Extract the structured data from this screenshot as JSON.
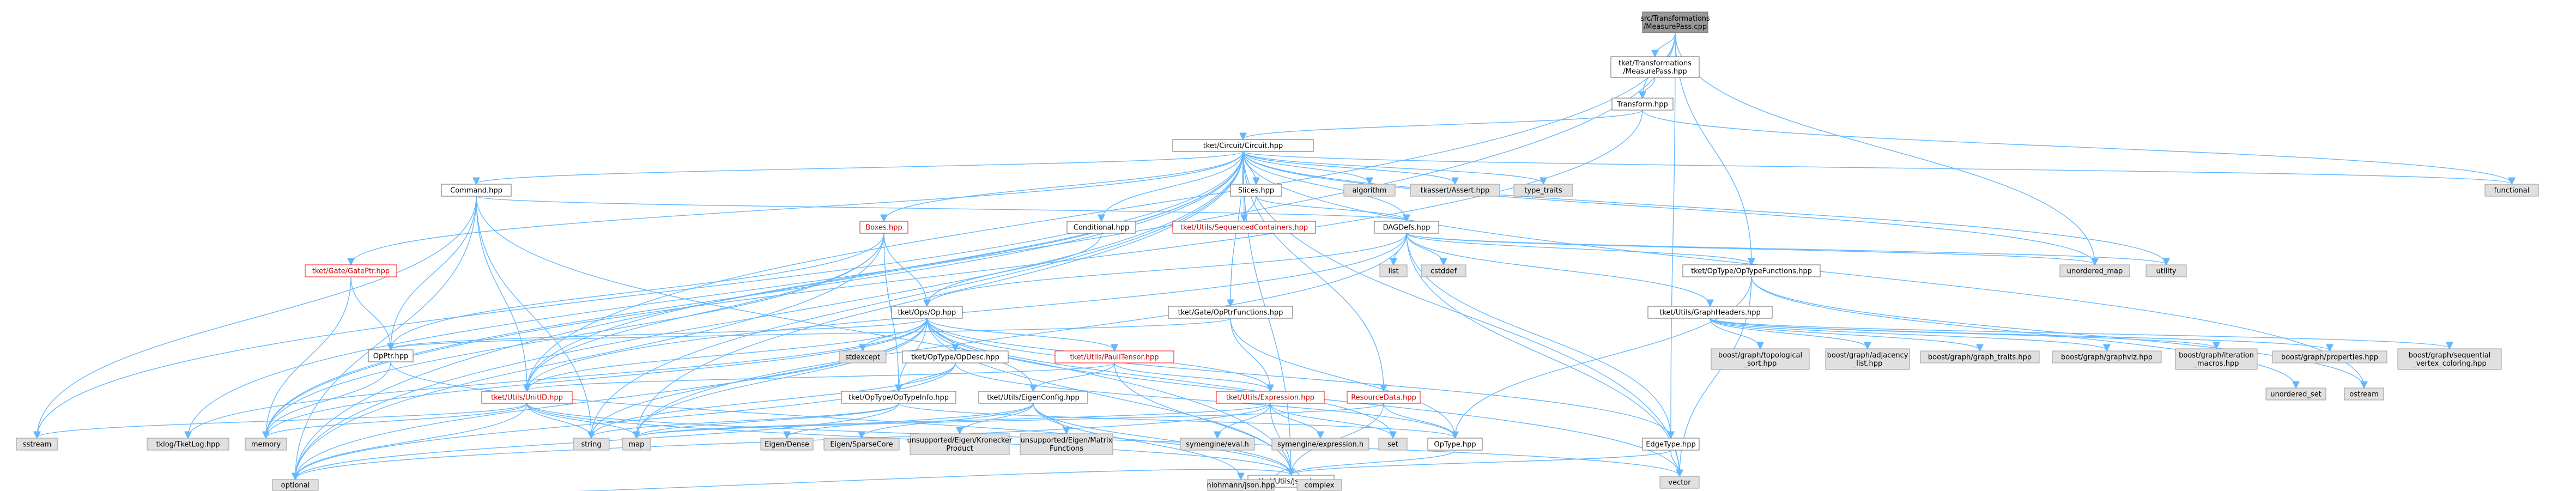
{
  "graph": {
    "nodes": [
      {
        "id": "root",
        "lines": [
          "src/Transformations",
          "/MeasurePass.cpp"
        ],
        "kind": "root"
      },
      {
        "id": "mp_hpp",
        "lines": [
          "tket/Transformations",
          "/MeasurePass.hpp"
        ],
        "kind": "normal"
      },
      {
        "id": "transform",
        "lines": [
          "Transform.hpp"
        ],
        "kind": "normal"
      },
      {
        "id": "circuit",
        "lines": [
          "tket/Circuit/Circuit.hpp"
        ],
        "kind": "normal"
      },
      {
        "id": "functional",
        "lines": [
          "functional"
        ],
        "kind": "ext"
      },
      {
        "id": "command",
        "lines": [
          "Command.hpp"
        ],
        "kind": "normal"
      },
      {
        "id": "conditional",
        "lines": [
          "Conditional.hpp"
        ],
        "kind": "normal"
      },
      {
        "id": "slices",
        "lines": [
          "Slices.hpp"
        ],
        "kind": "normal"
      },
      {
        "id": "algorithm",
        "lines": [
          "algorithm"
        ],
        "kind": "ext"
      },
      {
        "id": "tklog_assert",
        "lines": [
          "tkassert/Assert.hpp"
        ],
        "kind": "ext"
      },
      {
        "id": "type_traits",
        "lines": [
          "type_traits"
        ],
        "kind": "ext"
      },
      {
        "id": "boxes",
        "lines": [
          "Boxes.hpp"
        ],
        "kind": "red"
      },
      {
        "id": "seqcont",
        "lines": [
          "tket/Utils/SequencedContainers.hpp"
        ],
        "kind": "red"
      },
      {
        "id": "dagdefs",
        "lines": [
          "DAGDefs.hpp"
        ],
        "kind": "normal"
      },
      {
        "id": "gateptr",
        "lines": [
          "tket/Gate/GatePtr.hpp"
        ],
        "kind": "red"
      },
      {
        "id": "list",
        "lines": [
          "list"
        ],
        "kind": "ext"
      },
      {
        "id": "cstddef",
        "lines": [
          "cstddef"
        ],
        "kind": "ext"
      },
      {
        "id": "unordered_map",
        "lines": [
          "unordered_map"
        ],
        "kind": "ext"
      },
      {
        "id": "utility",
        "lines": [
          "utility"
        ],
        "kind": "ext"
      },
      {
        "id": "optypefuncs",
        "lines": [
          "tket/OpType/OpTypeFunctions.hpp"
        ],
        "kind": "normal"
      },
      {
        "id": "graphheaders",
        "lines": [
          "tket/Utils/GraphHeaders.hpp"
        ],
        "kind": "normal"
      },
      {
        "id": "op_hpp",
        "lines": [
          "tket/Ops/Op.hpp"
        ],
        "kind": "normal"
      },
      {
        "id": "opptrfuncs",
        "lines": [
          "tket/Gate/OpPtrFunctions.hpp"
        ],
        "kind": "normal"
      },
      {
        "id": "opptr",
        "lines": [
          "OpPtr.hpp"
        ],
        "kind": "normal"
      },
      {
        "id": "stdexcept",
        "lines": [
          "stdexcept"
        ],
        "kind": "ext"
      },
      {
        "id": "opdesc",
        "lines": [
          "tket/OpType/OpDesc.hpp"
        ],
        "kind": "normal"
      },
      {
        "id": "paulitensor",
        "lines": [
          "tket/Utils/PauliTensor.hpp"
        ],
        "kind": "red"
      },
      {
        "id": "optypeinfo",
        "lines": [
          "tket/OpType/OpTypeInfo.hpp"
        ],
        "kind": "normal"
      },
      {
        "id": "eigenconfig",
        "lines": [
          "tket/Utils/EigenConfig.hpp"
        ],
        "kind": "normal"
      },
      {
        "id": "expression",
        "lines": [
          "tket/Utils/Expression.hpp"
        ],
        "kind": "red"
      },
      {
        "id": "resourcedata",
        "lines": [
          "ResourceData.hpp"
        ],
        "kind": "red"
      },
      {
        "id": "unitid",
        "lines": [
          "tket/Utils/UnitID.hpp"
        ],
        "kind": "red"
      },
      {
        "id": "topo",
        "lines": [
          "boost/graph/topological",
          "_sort.hpp"
        ],
        "kind": "ext"
      },
      {
        "id": "adjlist",
        "lines": [
          "boost/graph/adjacency",
          "_list.hpp"
        ],
        "kind": "ext"
      },
      {
        "id": "graphtraits",
        "lines": [
          "boost/graph/graph_traits.hpp"
        ],
        "kind": "ext"
      },
      {
        "id": "graphviz",
        "lines": [
          "boost/graph/graphviz.hpp"
        ],
        "kind": "ext"
      },
      {
        "id": "iteration",
        "lines": [
          "boost/graph/iteration",
          "_macros.hpp"
        ],
        "kind": "ext"
      },
      {
        "id": "properties",
        "lines": [
          "boost/graph/properties.hpp"
        ],
        "kind": "ext"
      },
      {
        "id": "seqcolor",
        "lines": [
          "boost/graph/sequential",
          "_vertex_coloring.hpp"
        ],
        "kind": "ext"
      },
      {
        "id": "unordered_set",
        "lines": [
          "unordered_set"
        ],
        "kind": "ext"
      },
      {
        "id": "ostream",
        "lines": [
          "ostream"
        ],
        "kind": "ext"
      },
      {
        "id": "sstream",
        "lines": [
          "sstream"
        ],
        "kind": "ext"
      },
      {
        "id": "tklog",
        "lines": [
          "tklog/TketLog.hpp"
        ],
        "kind": "ext"
      },
      {
        "id": "memory",
        "lines": [
          "memory"
        ],
        "kind": "ext"
      },
      {
        "id": "string",
        "lines": [
          "string"
        ],
        "kind": "ext"
      },
      {
        "id": "map",
        "lines": [
          "map"
        ],
        "kind": "ext"
      },
      {
        "id": "eigendense",
        "lines": [
          "Eigen/Dense"
        ],
        "kind": "ext"
      },
      {
        "id": "eigensparse",
        "lines": [
          "Eigen/SparseCore"
        ],
        "kind": "ext"
      },
      {
        "id": "kronecker",
        "lines": [
          "unsupported/Eigen/Kronecker",
          "Product"
        ],
        "kind": "ext"
      },
      {
        "id": "matrixfn",
        "lines": [
          "unsupported/Eigen/Matrix",
          "Functions"
        ],
        "kind": "ext"
      },
      {
        "id": "symeval",
        "lines": [
          "symengine/eval.h"
        ],
        "kind": "ext"
      },
      {
        "id": "symexpr",
        "lines": [
          "symengine/expression.h"
        ],
        "kind": "ext"
      },
      {
        "id": "set",
        "lines": [
          "set"
        ],
        "kind": "ext"
      },
      {
        "id": "optype",
        "lines": [
          "OpType.hpp"
        ],
        "kind": "normal"
      },
      {
        "id": "edgetype",
        "lines": [
          "EdgeType.hpp"
        ],
        "kind": "normal"
      },
      {
        "id": "vector",
        "lines": [
          "vector"
        ],
        "kind": "ext"
      },
      {
        "id": "json",
        "lines": [
          "tket/Utils/Json.hpp"
        ],
        "kind": "normal"
      },
      {
        "id": "optional",
        "lines": [
          "optional"
        ],
        "kind": "ext"
      },
      {
        "id": "nlohmann",
        "lines": [
          "nlohmann/json.hpp"
        ],
        "kind": "ext"
      },
      {
        "id": "complex",
        "lines": [
          "complex"
        ],
        "kind": "ext"
      }
    ],
    "edges": [
      [
        "root",
        "mp_hpp"
      ],
      [
        "root",
        "transform"
      ],
      [
        "root",
        "optypefuncs"
      ],
      [
        "root",
        "edgetype"
      ],
      [
        "root",
        "optional"
      ],
      [
        "root",
        "unitid"
      ],
      [
        "root",
        "unordered_map"
      ],
      [
        "mp_hpp",
        "transform"
      ],
      [
        "transform",
        "circuit"
      ],
      [
        "transform",
        "functional"
      ],
      [
        "transform",
        "memory"
      ],
      [
        "circuit",
        "command"
      ],
      [
        "circuit",
        "conditional"
      ],
      [
        "circuit",
        "slices"
      ],
      [
        "circuit",
        "algorithm"
      ],
      [
        "circuit",
        "tklog_assert"
      ],
      [
        "circuit",
        "type_traits"
      ],
      [
        "circuit",
        "functional"
      ],
      [
        "circuit",
        "boxes"
      ],
      [
        "circuit",
        "seqcont"
      ],
      [
        "circuit",
        "dagdefs"
      ],
      [
        "circuit",
        "gateptr"
      ],
      [
        "circuit",
        "unordered_map"
      ],
      [
        "circuit",
        "utility"
      ],
      [
        "circuit",
        "opptrfuncs"
      ],
      [
        "circuit",
        "resourcedata"
      ],
      [
        "circuit",
        "unitid"
      ],
      [
        "circuit",
        "json"
      ],
      [
        "circuit",
        "optional"
      ],
      [
        "circuit",
        "sstream"
      ],
      [
        "circuit",
        "tklog"
      ],
      [
        "circuit",
        "memory"
      ],
      [
        "circuit",
        "string"
      ],
      [
        "circuit",
        "map"
      ],
      [
        "circuit",
        "vector"
      ],
      [
        "circuit",
        "ostream"
      ],
      [
        "command",
        "dagdefs"
      ],
      [
        "command",
        "opptr"
      ],
      [
        "command",
        "unitid"
      ],
      [
        "command",
        "json"
      ],
      [
        "command",
        "sstream"
      ],
      [
        "command",
        "optional"
      ],
      [
        "command",
        "string"
      ],
      [
        "conditional",
        "op_hpp"
      ],
      [
        "slices",
        "dagdefs"
      ],
      [
        "slices",
        "seqcont"
      ],
      [
        "boxes",
        "op_hpp"
      ],
      [
        "boxes",
        "opptr"
      ],
      [
        "boxes",
        "unitid"
      ],
      [
        "boxes",
        "optypeinfo"
      ],
      [
        "boxes",
        "memory"
      ],
      [
        "boxes",
        "optional"
      ],
      [
        "dagdefs",
        "list"
      ],
      [
        "dagdefs",
        "cstddef"
      ],
      [
        "dagdefs",
        "unordered_map"
      ],
      [
        "dagdefs",
        "utility"
      ],
      [
        "dagdefs",
        "optypefuncs"
      ],
      [
        "dagdefs",
        "graphheaders"
      ],
      [
        "dagdefs",
        "op_hpp"
      ],
      [
        "dagdefs",
        "unitid"
      ],
      [
        "dagdefs",
        "edgetype"
      ],
      [
        "dagdefs",
        "vector"
      ],
      [
        "dagdefs",
        "map"
      ],
      [
        "gateptr",
        "opptr"
      ],
      [
        "gateptr",
        "memory"
      ],
      [
        "optypefuncs",
        "optype"
      ],
      [
        "optypefuncs",
        "unordered_set"
      ],
      [
        "optypefuncs",
        "ostream"
      ],
      [
        "optypefuncs",
        "vector"
      ],
      [
        "graphheaders",
        "topo"
      ],
      [
        "graphheaders",
        "adjlist"
      ],
      [
        "graphheaders",
        "graphtraits"
      ],
      [
        "graphheaders",
        "graphviz"
      ],
      [
        "graphheaders",
        "iteration"
      ],
      [
        "graphheaders",
        "properties"
      ],
      [
        "graphheaders",
        "seqcolor"
      ],
      [
        "op_hpp",
        "opptr"
      ],
      [
        "op_hpp",
        "stdexcept"
      ],
      [
        "op_hpp",
        "opdesc"
      ],
      [
        "op_hpp",
        "paulitensor"
      ],
      [
        "op_hpp",
        "optypeinfo"
      ],
      [
        "op_hpp",
        "eigenconfig"
      ],
      [
        "op_hpp",
        "expression"
      ],
      [
        "op_hpp",
        "unitid"
      ],
      [
        "op_hpp",
        "edgetype"
      ],
      [
        "op_hpp",
        "json"
      ],
      [
        "op_hpp",
        "memory"
      ],
      [
        "op_hpp",
        "string"
      ],
      [
        "op_hpp",
        "optional"
      ],
      [
        "op_hpp",
        "set"
      ],
      [
        "op_hpp",
        "map"
      ],
      [
        "op_hpp",
        "vector"
      ],
      [
        "op_hpp",
        "tklog"
      ],
      [
        "opptrfuncs",
        "opptr"
      ],
      [
        "opptrfuncs",
        "expression"
      ],
      [
        "opptrfuncs",
        "optype"
      ],
      [
        "opptr",
        "memory"
      ],
      [
        "opptr",
        "json"
      ],
      [
        "opdesc",
        "optypeinfo"
      ],
      [
        "opdesc",
        "optype"
      ],
      [
        "opdesc",
        "optional"
      ],
      [
        "opdesc",
        "string"
      ],
      [
        "paulitensor",
        "eigenconfig"
      ],
      [
        "paulitensor",
        "expression"
      ],
      [
        "paulitensor",
        "unitid"
      ],
      [
        "paulitensor",
        "json"
      ],
      [
        "optypeinfo",
        "optype"
      ],
      [
        "optypeinfo",
        "map"
      ],
      [
        "optypeinfo",
        "optional"
      ],
      [
        "optypeinfo",
        "string"
      ],
      [
        "eigenconfig",
        "eigendense"
      ],
      [
        "eigenconfig",
        "eigensparse"
      ],
      [
        "eigenconfig",
        "kronecker"
      ],
      [
        "eigenconfig",
        "matrixfn"
      ],
      [
        "eigenconfig",
        "nlohmann"
      ],
      [
        "eigenconfig",
        "json"
      ],
      [
        "expression",
        "symeval"
      ],
      [
        "expression",
        "symexpr"
      ],
      [
        "expression",
        "set"
      ],
      [
        "expression",
        "json"
      ],
      [
        "expression",
        "map"
      ],
      [
        "expression",
        "optional"
      ],
      [
        "resourcedata",
        "optype"
      ],
      [
        "resourcedata",
        "map"
      ],
      [
        "resourcedata",
        "json"
      ],
      [
        "unitid",
        "memory"
      ],
      [
        "unitid",
        "json"
      ],
      [
        "unitid",
        "string"
      ],
      [
        "unitid",
        "map"
      ],
      [
        "unitid",
        "optional"
      ],
      [
        "unitid",
        "sstream"
      ],
      [
        "unitid",
        "vector"
      ],
      [
        "optype",
        "json"
      ],
      [
        "edgetype",
        "json"
      ],
      [
        "edgetype",
        "vector"
      ],
      [
        "json",
        "nlohmann"
      ],
      [
        "json",
        "complex"
      ],
      [
        "json",
        "optional"
      ]
    ]
  }
}
